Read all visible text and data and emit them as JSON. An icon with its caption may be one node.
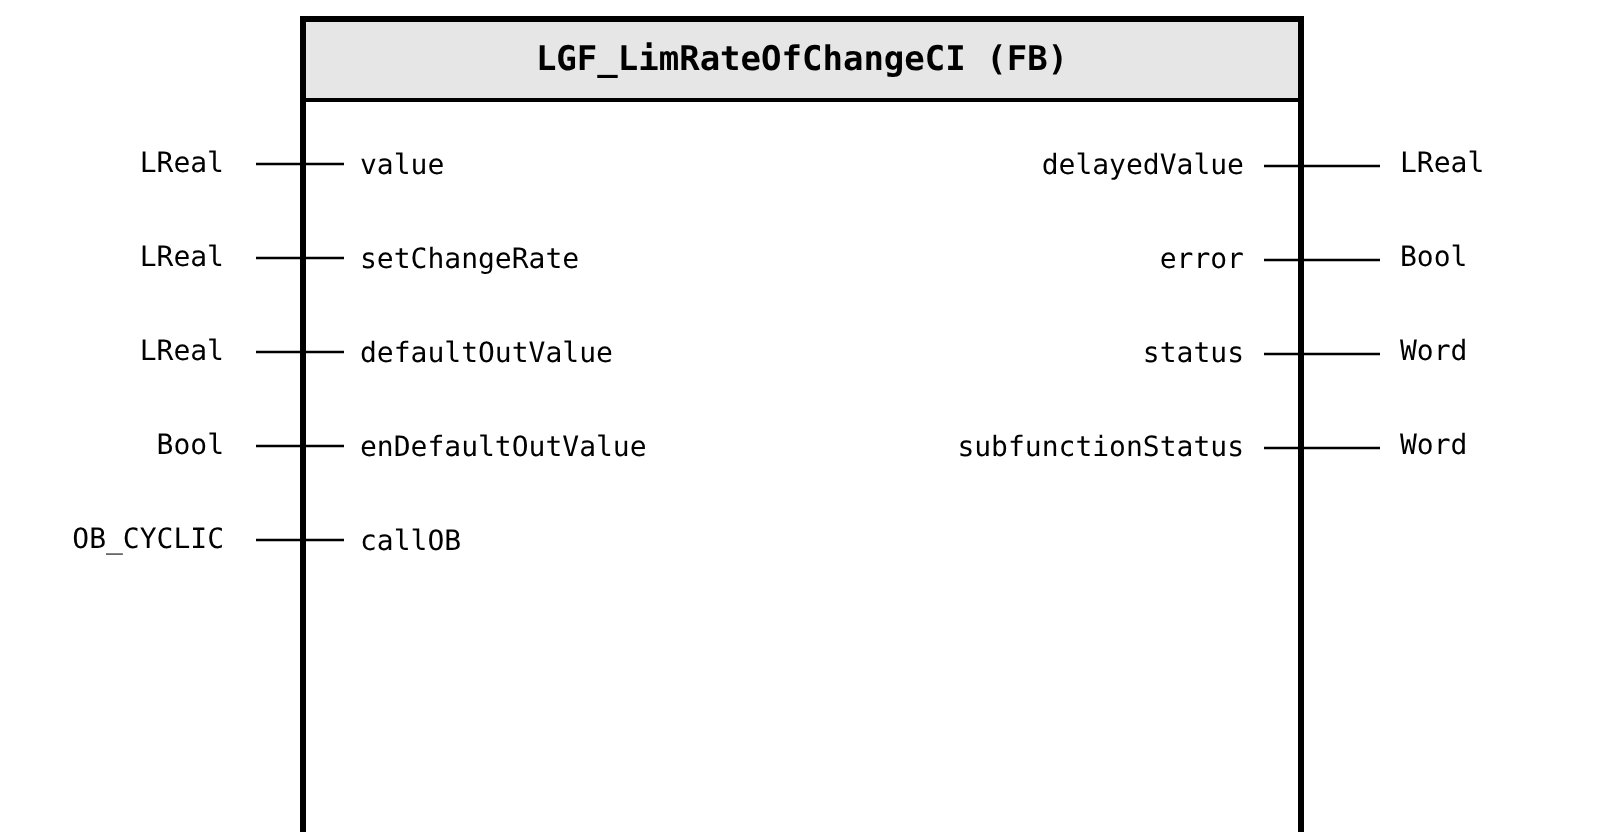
{
  "diagram": {
    "nodes": [
      {
        "text": [
          "LGF_LimRateOfChangeCI (FB)"
        ]
      },
      {
        "text": [
          "value"
        ],
        "in": 0
      },
      {
        "text": [
          "setChangeRate"
        ],
        "in": 0
      },
      {
        "text": [
          "defaultOutValue"
        ],
        "in": 0
      },
      {
        "text": [
          "enDefaultOutValue"
        ],
        "in": 0
      },
      {
        "text": [
          "callOB"
        ],
        "in": 0
      },
      {
        "text": [
          "delayedValue"
        ],
        "in": 0
      },
      {
        "text": [
          "error"
        ],
        "in": 0
      },
      {
        "text": [
          "status"
        ],
        "in": 0
      },
      {
        "text": [
          "subfunctionStatus"
        ],
        "in": 0
      },
      {
        "text": [
          "LReal"
        ]
      },
      {
        "text": [
          "LReal"
        ]
      },
      {
        "text": [
          "LReal"
        ]
      },
      {
        "text": [
          "Bool"
        ]
      },
      {
        "text": [
          "OB_CYCLIC"
        ]
      },
      {
        "text": [
          "LReal"
        ]
      },
      {
        "text": [
          "Bool"
        ]
      },
      {
        "text": [
          "Word"
        ]
      },
      {
        "text": [
          "Word"
        ]
      }
    ],
    "edges": [
      {
        "from": 10,
        "to": 1,
        "arrow": "none"
      },
      {
        "from": 11,
        "to": 2,
        "arrow": "none"
      },
      {
        "from": 12,
        "to": 3,
        "arrow": "none"
      },
      {
        "from": 13,
        "to": 4,
        "arrow": "none"
      },
      {
        "from": 14,
        "to": 5,
        "arrow": "none"
      },
      {
        "from": 6,
        "to": 15,
        "arrow": "none"
      },
      {
        "from": 7,
        "to": 16,
        "arrow": "none"
      },
      {
        "from": 8,
        "to": 17,
        "arrow": "none"
      },
      {
        "from": 9,
        "to": 18,
        "arrow": "none"
      }
    ]
  }
}
